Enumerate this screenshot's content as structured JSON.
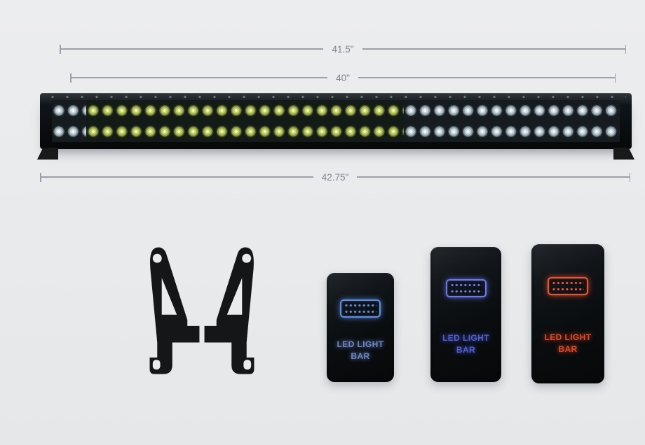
{
  "scene": {
    "background": "#e8eaec",
    "annotation_color": "#9aa0a9"
  },
  "dimensions": {
    "top": "41.5\"",
    "middle": "40\"",
    "bottom": "42.75\""
  },
  "lightbar": {
    "led_rows": 2,
    "lens_color_silver": "#ccd7db",
    "lens_color_yellow": "#c5d366",
    "housing_color": "#0b0e10"
  },
  "brackets": {
    "count": 2,
    "color": "#141618"
  },
  "switches": [
    {
      "label_line1": "LED LIGHT",
      "label_line2": "BAR",
      "accent": "#6c87c9",
      "icon_accent": "#5d8fe6"
    },
    {
      "label_line1": "LED LIGHT",
      "label_line2": "BAR",
      "accent": "#4f5fd9",
      "icon_accent": "#6a79f0"
    },
    {
      "label_line1": "LED LIGHT",
      "label_line2": "BAR",
      "accent": "#e2492a",
      "icon_accent": "#ef5430"
    }
  ]
}
